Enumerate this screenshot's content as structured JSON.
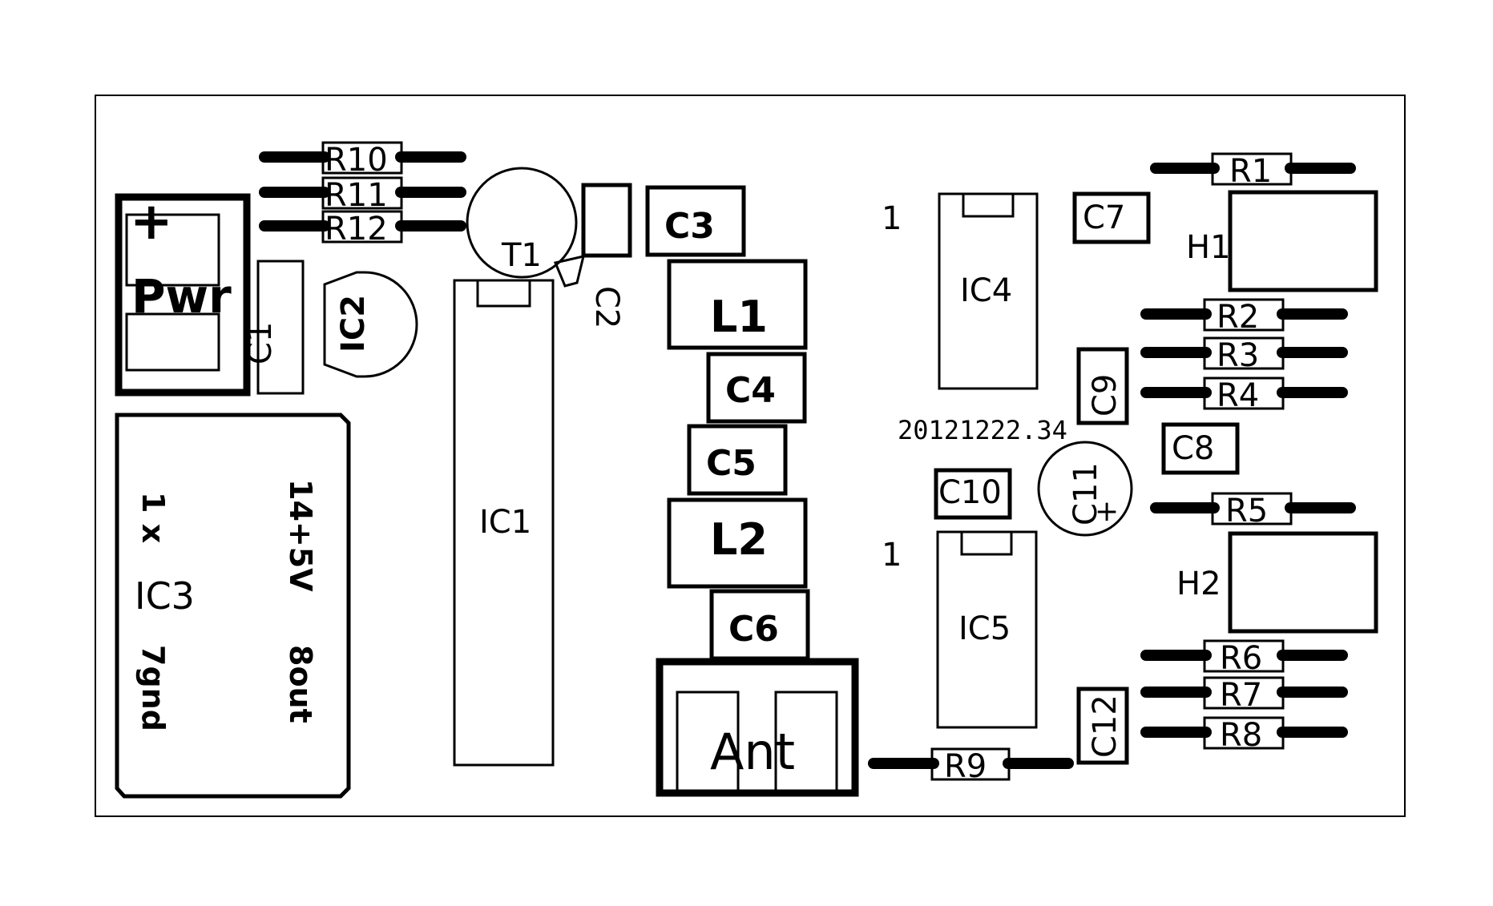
{
  "board": {
    "version": "20121222.34",
    "pin1_markers": [
      "1",
      "1"
    ]
  },
  "labels": {
    "r10": "R10",
    "r11": "R11",
    "r12": "R12",
    "t1": "T1",
    "c2": "C2",
    "c3": "C3",
    "pwr": "Pwr",
    "pwr_plus": "+",
    "c1": "C1",
    "ic2": "IC2",
    "ic1": "IC1",
    "l1": "L1",
    "c4": "C4",
    "c5": "C5",
    "l2": "L2",
    "c6": "C6",
    "ant": "Ant",
    "ic3": "IC3",
    "ic3_pin1": "1 x",
    "ic3_pin7": "7gnd",
    "ic3_pin14": "14+5V",
    "ic3_pin8": "8out",
    "ic4": "IC4",
    "ic5": "IC5",
    "c7": "C7",
    "c8": "C8",
    "c9": "C9",
    "c10": "C10",
    "c11": "C11",
    "c11_plus": "+",
    "c12": "C12",
    "r1": "R1",
    "r2": "R2",
    "r3": "R3",
    "r4": "R4",
    "r5": "R5",
    "r6": "R6",
    "r7": "R7",
    "r8": "R8",
    "r9": "R9",
    "h1": "H1",
    "h2": "H2"
  }
}
